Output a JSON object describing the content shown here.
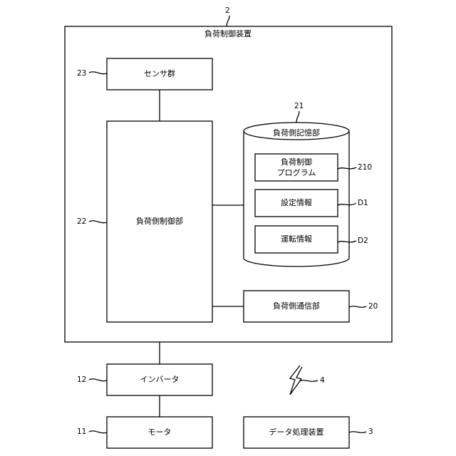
{
  "title": "",
  "device": {
    "ref": "2",
    "label": "負荷制御装置"
  },
  "sensors": {
    "ref": "23",
    "label": "センサ群"
  },
  "controller": {
    "ref": "22",
    "label": "負荷側制御部"
  },
  "storage": {
    "ref": "21",
    "label": "負荷側記憶部",
    "items": [
      {
        "ref": "210",
        "label": "負荷制御\nプログラム"
      },
      {
        "ref": "D1",
        "label": "設定情報"
      },
      {
        "ref": "D2",
        "label": "運転情報"
      }
    ]
  },
  "comm": {
    "ref": "20",
    "label": "負荷側通信部"
  },
  "inverter": {
    "ref": "12",
    "label": "インバータ"
  },
  "motor": {
    "ref": "11",
    "label": "モータ"
  },
  "data_processor": {
    "ref": "3",
    "label": "データ処理装置"
  },
  "wireless": {
    "ref": "4"
  }
}
